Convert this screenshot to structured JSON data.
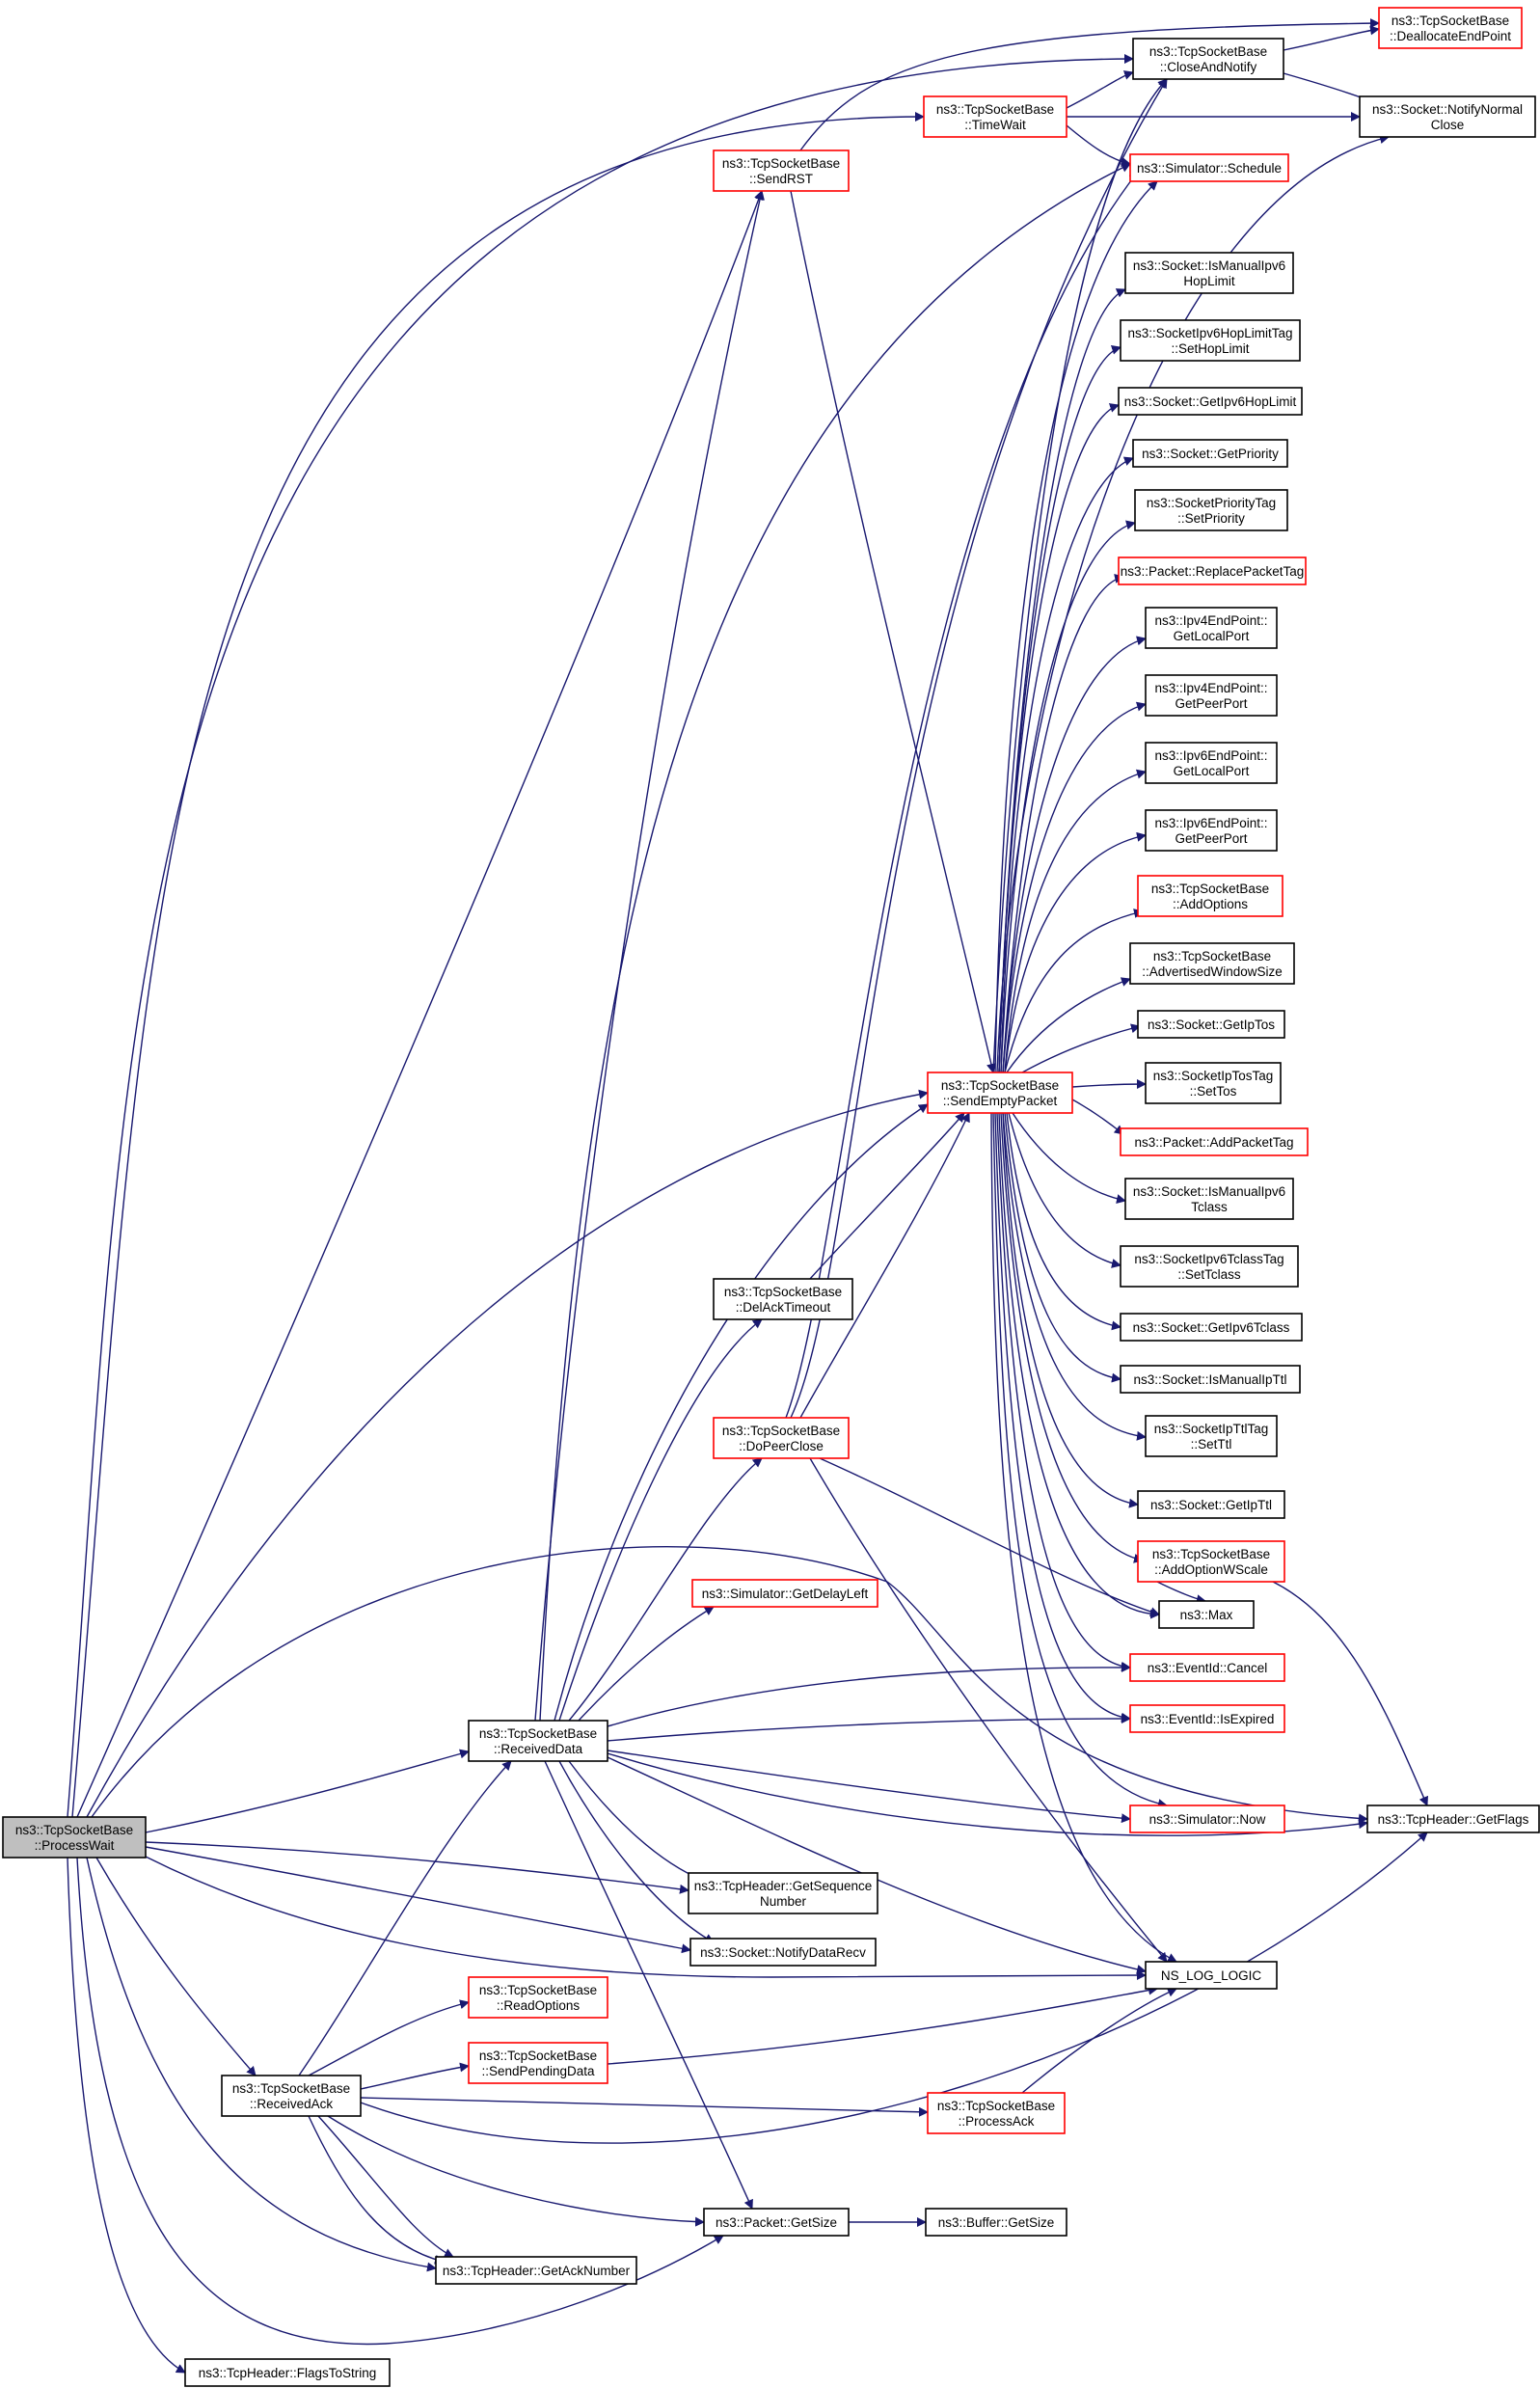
{
  "colors": {
    "edge": "#191970",
    "border_black": "#000000",
    "border_red": "#ff0000",
    "root_fill": "#bfbfbf",
    "node_fill": "#ffffff"
  },
  "nodes": {
    "processwait": {
      "lines": [
        "ns3::TcpSocketBase",
        "::ProcessWait"
      ],
      "border": "black",
      "root": true
    },
    "dealloc": {
      "lines": [
        "ns3::TcpSocketBase",
        "::DeallocateEndPoint"
      ],
      "border": "red"
    },
    "closenotify": {
      "lines": [
        "ns3::TcpSocketBase",
        "::CloseAndNotify"
      ],
      "border": "black"
    },
    "timewait": {
      "lines": [
        "ns3::TcpSocketBase",
        "::TimeWait"
      ],
      "border": "red"
    },
    "notifynormal": {
      "lines": [
        "ns3::Socket::NotifyNormal",
        "Close"
      ],
      "border": "black"
    },
    "sendrst": {
      "lines": [
        "ns3::TcpSocketBase",
        "::SendRST"
      ],
      "border": "red"
    },
    "schedule": {
      "lines": [
        "ns3::Simulator::Schedule"
      ],
      "border": "red"
    },
    "ismanualipv6hop": {
      "lines": [
        "ns3::Socket::IsManualIpv6",
        "HopLimit"
      ],
      "border": "black"
    },
    "sethoplimit": {
      "lines": [
        "ns3::SocketIpv6HopLimitTag",
        "::SetHopLimit"
      ],
      "border": "black"
    },
    "getipv6hop": {
      "lines": [
        "ns3::Socket::GetIpv6HopLimit"
      ],
      "border": "black"
    },
    "getpriority": {
      "lines": [
        "ns3::Socket::GetPriority"
      ],
      "border": "black"
    },
    "setpriority": {
      "lines": [
        "ns3::SocketPriorityTag",
        "::SetPriority"
      ],
      "border": "black"
    },
    "replacetag": {
      "lines": [
        "ns3::Packet::ReplacePacketTag"
      ],
      "border": "red"
    },
    "ipv4local": {
      "lines": [
        "ns3::Ipv4EndPoint::",
        "GetLocalPort"
      ],
      "border": "black"
    },
    "ipv4peer": {
      "lines": [
        "ns3::Ipv4EndPoint::",
        "GetPeerPort"
      ],
      "border": "black"
    },
    "ipv6local": {
      "lines": [
        "ns3::Ipv6EndPoint::",
        "GetLocalPort"
      ],
      "border": "black"
    },
    "ipv6peer": {
      "lines": [
        "ns3::Ipv6EndPoint::",
        "GetPeerPort"
      ],
      "border": "black"
    },
    "addoptions": {
      "lines": [
        "ns3::TcpSocketBase",
        "::AddOptions"
      ],
      "border": "red"
    },
    "advwindow": {
      "lines": [
        "ns3::TcpSocketBase",
        "::AdvertisedWindowSize"
      ],
      "border": "black"
    },
    "getiptos": {
      "lines": [
        "ns3::Socket::GetIpTos"
      ],
      "border": "black"
    },
    "sendempty": {
      "lines": [
        "ns3::TcpSocketBase",
        "::SendEmptyPacket"
      ],
      "border": "red"
    },
    "settos": {
      "lines": [
        "ns3::SocketIpTosTag",
        "::SetTos"
      ],
      "border": "black"
    },
    "addpackettag": {
      "lines": [
        "ns3::Packet::AddPacketTag"
      ],
      "border": "red"
    },
    "ismanualipv6tclass": {
      "lines": [
        "ns3::Socket::IsManualIpv6",
        "Tclass"
      ],
      "border": "black"
    },
    "settclass": {
      "lines": [
        "ns3::SocketIpv6TclassTag",
        "::SetTclass"
      ],
      "border": "black"
    },
    "getipv6tclass": {
      "lines": [
        "ns3::Socket::GetIpv6Tclass"
      ],
      "border": "black"
    },
    "ismanualipttl": {
      "lines": [
        "ns3::Socket::IsManualIpTtl"
      ],
      "border": "black"
    },
    "setttl": {
      "lines": [
        "ns3::SocketIpTtlTag",
        "::SetTtl"
      ],
      "border": "black"
    },
    "getipttl": {
      "lines": [
        "ns3::Socket::GetIpTtl"
      ],
      "border": "black"
    },
    "addwscale": {
      "lines": [
        "ns3::TcpSocketBase",
        "::AddOptionWScale"
      ],
      "border": "red"
    },
    "delacktimeout": {
      "lines": [
        "ns3::TcpSocketBase",
        "::DelAckTimeout"
      ],
      "border": "black"
    },
    "dopeerclose": {
      "lines": [
        "ns3::TcpSocketBase",
        "::DoPeerClose"
      ],
      "border": "red"
    },
    "max": {
      "lines": [
        "ns3::Max"
      ],
      "border": "black"
    },
    "getdelayleft": {
      "lines": [
        "ns3::Simulator::GetDelayLeft"
      ],
      "border": "red"
    },
    "cancel": {
      "lines": [
        "ns3::EventId::Cancel"
      ],
      "border": "red"
    },
    "isexpired": {
      "lines": [
        "ns3::EventId::IsExpired"
      ],
      "border": "red"
    },
    "receiveddata": {
      "lines": [
        "ns3::TcpSocketBase",
        "::ReceivedData"
      ],
      "border": "black"
    },
    "now": {
      "lines": [
        "ns3::Simulator::Now"
      ],
      "border": "red"
    },
    "getflags": {
      "lines": [
        "ns3::TcpHeader::GetFlags"
      ],
      "border": "black"
    },
    "getseq": {
      "lines": [
        "ns3::TcpHeader::GetSequence",
        "Number"
      ],
      "border": "black"
    },
    "notifydatarecv": {
      "lines": [
        "ns3::Socket::NotifyDataRecv"
      ],
      "border": "black"
    },
    "nslog": {
      "lines": [
        "NS_LOG_LOGIC"
      ],
      "border": "black"
    },
    "readoptions": {
      "lines": [
        "ns3::TcpSocketBase",
        "::ReadOptions"
      ],
      "border": "red"
    },
    "sendpending": {
      "lines": [
        "ns3::TcpSocketBase",
        "::SendPendingData"
      ],
      "border": "red"
    },
    "receivedack": {
      "lines": [
        "ns3::TcpSocketBase",
        "::ReceivedAck"
      ],
      "border": "black"
    },
    "processack": {
      "lines": [
        "ns3::TcpSocketBase",
        "::ProcessAck"
      ],
      "border": "red"
    },
    "packetgetsize": {
      "lines": [
        "ns3::Packet::GetSize"
      ],
      "border": "black"
    },
    "buffergetsize": {
      "lines": [
        "ns3::Buffer::GetSize"
      ],
      "border": "black"
    },
    "getacknumber": {
      "lines": [
        "ns3::TcpHeader::GetAckNumber"
      ],
      "border": "black"
    },
    "flagstostring": {
      "lines": [
        "ns3::TcpHeader::FlagsToString"
      ],
      "border": "black"
    }
  }
}
